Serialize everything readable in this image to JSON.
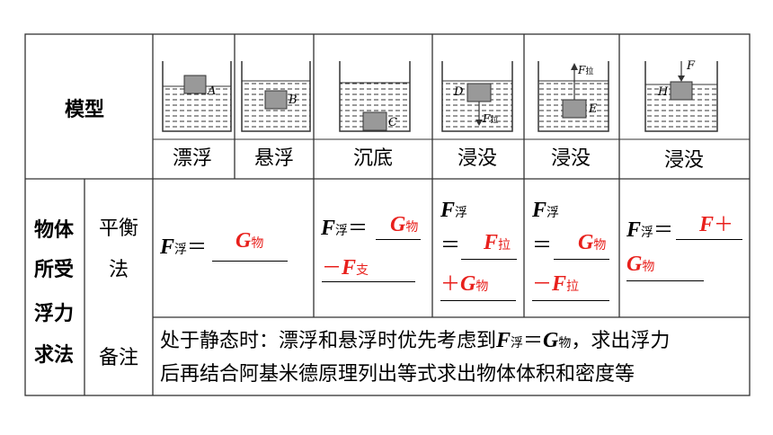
{
  "header": {
    "model_label": "模型"
  },
  "states": [
    {
      "caption": "漂浮",
      "block": "A"
    },
    {
      "caption": "悬浮",
      "block": "B"
    },
    {
      "caption": "沉底",
      "block": "C"
    },
    {
      "caption": "浸没",
      "block": "D",
      "force": "F",
      "force_sub": "拉"
    },
    {
      "caption": "浸没",
      "block": "E",
      "force": "F",
      "force_sub": "拉"
    },
    {
      "caption": "浸没",
      "block": "H",
      "force": "F"
    }
  ],
  "row_header": {
    "l1": "物体",
    "l2": "所受",
    "l3": "浮力",
    "l4": "求法"
  },
  "balance": {
    "l1": "平衡",
    "l2": "法"
  },
  "remark": {
    "label": "备注"
  },
  "symbols": {
    "F": "F",
    "G": "G",
    "fu": "浮",
    "wu": "物",
    "zhi": "支",
    "la": "拉",
    "eq": "＝",
    "minus": "－",
    "plus": "＋"
  },
  "note": {
    "line1_pre": "处于静态时：漂浮和悬浮时优先考虑到",
    "line1_post": "，求出浮力",
    "line2": "后再结合阿基米德原理列出等式求出物体体积和密度等"
  }
}
